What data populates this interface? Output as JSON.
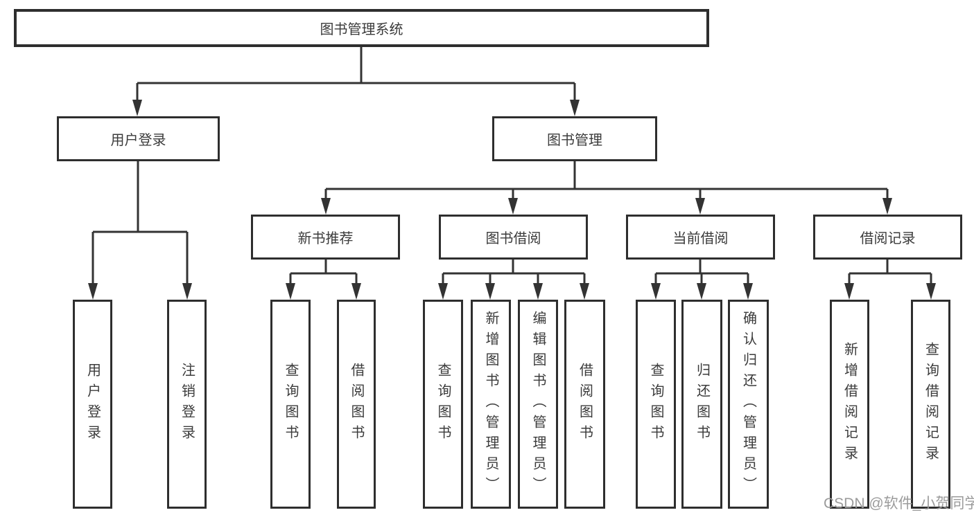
{
  "diagram": {
    "root": {
      "label": "图书管理系统"
    },
    "branches": [
      {
        "label": "用户登录",
        "children": [
          {
            "label": "用户登录"
          },
          {
            "label": "注销登录"
          }
        ]
      },
      {
        "label": "图书管理",
        "modules": [
          {
            "label": "新书推荐",
            "children": [
              {
                "label": "查询图书"
              },
              {
                "label": "借阅图书"
              }
            ]
          },
          {
            "label": "图书借阅",
            "children": [
              {
                "label": "查询图书"
              },
              {
                "label": "新增图书（管理员）"
              },
              {
                "label": "编辑图书（管理员）"
              },
              {
                "label": "借阅图书"
              }
            ]
          },
          {
            "label": "当前借阅",
            "children": [
              {
                "label": "查询图书"
              },
              {
                "label": "归还图书"
              },
              {
                "label": "确认归还（管理员）"
              }
            ]
          },
          {
            "label": "借阅记录",
            "children": [
              {
                "label": "新增借阅记录"
              },
              {
                "label": "查询借阅记录"
              }
            ]
          }
        ]
      }
    ]
  },
  "watermark": "CSDN @软件_小贺同学",
  "colors": {
    "line": "#333333",
    "box_border": "#2e2e2e",
    "text": "#3b3b3b",
    "watermark": "#9b9b9b",
    "background": "#ffffff"
  }
}
